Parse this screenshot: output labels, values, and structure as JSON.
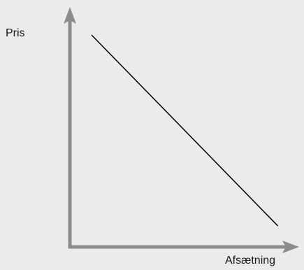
{
  "chart_data": {
    "type": "line",
    "title": "",
    "xlabel": "Afsætning",
    "ylabel": "Pris",
    "xlim": [
      0,
      10
    ],
    "ylim": [
      0,
      10
    ],
    "grid": false,
    "ticks": false,
    "series": [
      {
        "color": "#000000",
        "x": [
          1,
          9.6
        ],
        "y": [
          9.1,
          0.9
        ]
      }
    ],
    "colors": {
      "axis": "#8c8c8c",
      "background": "#ebebeb",
      "line": "#000000"
    }
  }
}
